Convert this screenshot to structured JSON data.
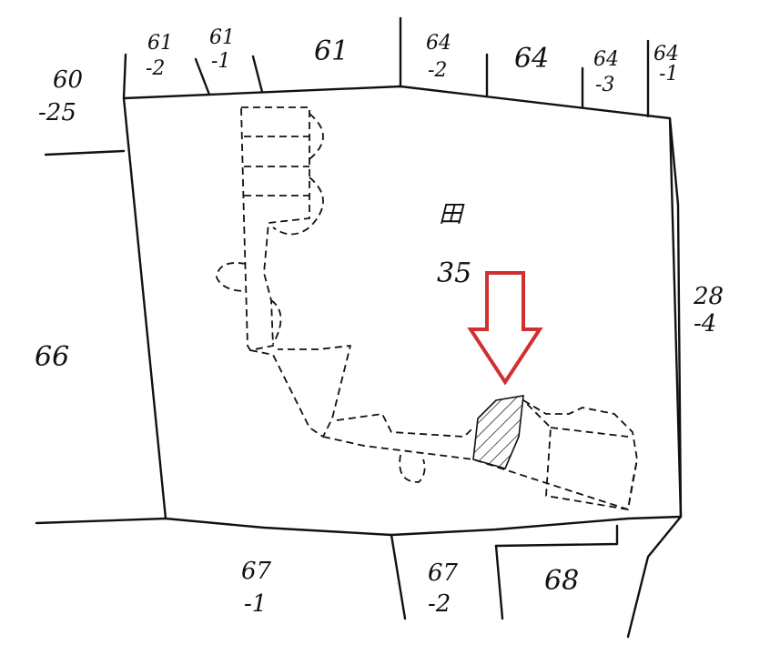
{
  "map": {
    "parcel_labels": {
      "n61_2": [
        "61",
        "-2"
      ],
      "n61_1": [
        "61",
        "-1"
      ],
      "n61": "61",
      "n64_2": [
        "64",
        "-2"
      ],
      "n64": "64",
      "n64_3": [
        "64",
        "-3"
      ],
      "n64_1": [
        "64",
        "-1"
      ],
      "n60_25": [
        "60",
        "-25"
      ],
      "n66": "66",
      "n28_4": [
        "28",
        "-4"
      ],
      "n67_1": [
        "67",
        "-1"
      ],
      "n67_2": [
        "67",
        "-2"
      ],
      "n68": "68"
    },
    "center_label": {
      "glyph": "田",
      "number": "35"
    },
    "colors": {
      "ink": "#111111",
      "arrow": "#d03030",
      "background": "#ffffff"
    },
    "marker": {
      "icon": "down-arrow-icon",
      "style": "outline"
    }
  }
}
